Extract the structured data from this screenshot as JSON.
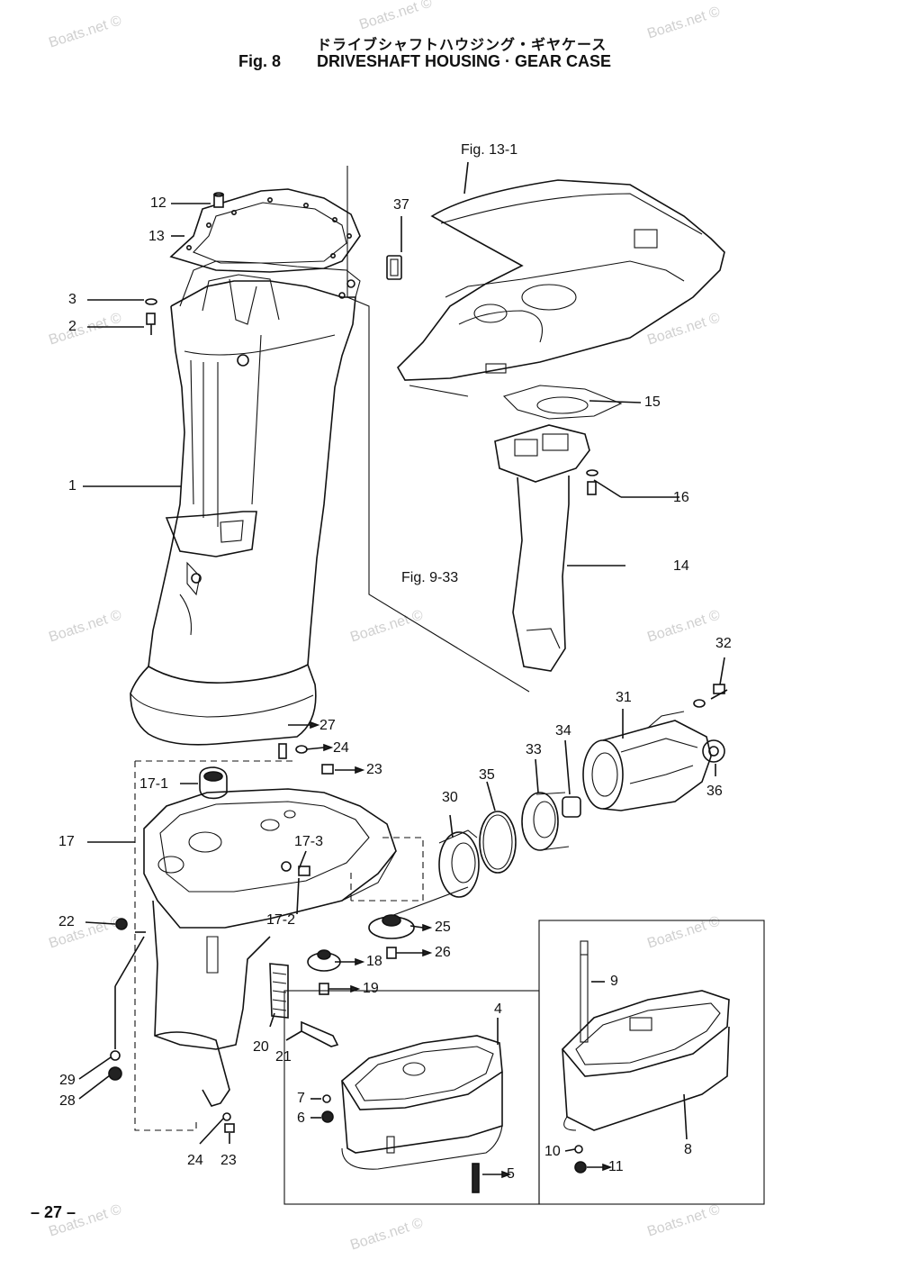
{
  "header": {
    "jp_title": "ドライブシャフトハウジング・ギヤケース",
    "fig_number": "Fig. 8",
    "title": "DRIVESHAFT HOUSING · GEAR CASE"
  },
  "references": {
    "fig_13_1": "Fig. 13-1",
    "fig_9_33": "Fig. 9-33"
  },
  "callouts": {
    "c1": "1",
    "c2": "2",
    "c3": "3",
    "c4": "4",
    "c5": "5",
    "c6": "6",
    "c7": "7",
    "c8": "8",
    "c9": "9",
    "c10": "10",
    "c11": "11",
    "c12": "12",
    "c13": "13",
    "c14": "14",
    "c15": "15",
    "c16": "16",
    "c17": "17",
    "c17_1": "17-1",
    "c17_2": "17-2",
    "c17_3": "17-3",
    "c18": "18",
    "c19": "19",
    "c20": "20",
    "c21": "21",
    "c22": "22",
    "c23a": "23",
    "c23b": "23",
    "c24a": "24",
    "c24b": "24",
    "c25": "25",
    "c26": "26",
    "c27": "27",
    "c28": "28",
    "c29": "29",
    "c30": "30",
    "c31": "31",
    "c32": "32",
    "c33": "33",
    "c34": "34",
    "c35": "35",
    "c36": "36",
    "c37": "37"
  },
  "page_number": "– 27 –",
  "watermark": "Boats.net ©"
}
